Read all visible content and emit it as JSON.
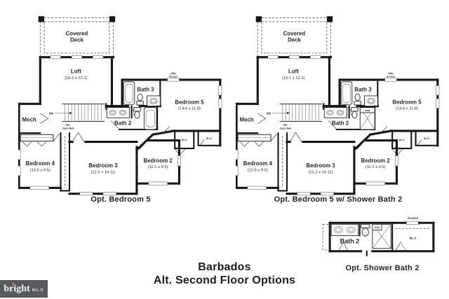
{
  "title": {
    "line1": "Barbados",
    "line2": "Alt. Second Floor Options"
  },
  "watermark": {
    "brand": "bright",
    "suffix": "MLS"
  },
  "colors": {
    "wall": "#161616",
    "text": "#262626",
    "watermark_bg": "#58595b",
    "watermark_dot": "#e87a2e",
    "background": "#ffffff"
  },
  "plans": {
    "left": {
      "caption": "Opt. Bedroom 5",
      "labels": {
        "covered_deck_line1": "Covered",
        "covered_deck_line2": "Deck",
        "loft_name": "Loft",
        "loft_dims": "(16-1 x 12-1)",
        "attic_line1": "Attic",
        "attic_line2": "Access",
        "bath3": "Bath 3",
        "bedroom5_name": "Bedroom 5",
        "bedroom5_dims": "(14-6 x 11-8)",
        "mech": "Mech",
        "dn": "DN",
        "rail_line1": "Opt.",
        "rail_line2": "Open Rail",
        "bath2": "Bath 2",
        "wic_left": "W.I.C",
        "wic_right": "W.I.C",
        "bedroom4_name": "Bedroom 4",
        "bedroom4_dims": "(12-5 x 9-5)",
        "bedroom3_name": "Bedroom 3",
        "bedroom3_dims": "(12-2 x 10-11)",
        "bedroom2_name": "Bedroom 2",
        "bedroom2_dims": "(11-1 x 9-5)"
      }
    },
    "right": {
      "caption": "Opt. Bedroom 5 w/ Shower Bath 2",
      "labels": {
        "covered_deck_line1": "Covered",
        "covered_deck_line2": "Deck",
        "loft_name": "Loft",
        "loft_dims": "(16-1 x 12-1)",
        "attic_line1": "Attic",
        "attic_line2": "Access",
        "bath3": "Bath 3",
        "bedroom5_name": "Bedroom 5",
        "bedroom5_dims": "(14-6 x 11-8)",
        "mech": "Mech",
        "dn": "DN",
        "rail_line1": "Opt.",
        "rail_line2": "Open Rail",
        "bath2": "Bath 2",
        "seat": "Seat",
        "wic_left": "W.I.C",
        "wic_right": "W.I.C",
        "bedroom4_name": "Bedroom 4",
        "bedroom4_dims": "(12-5 x 9-5)",
        "bedroom3_name": "Bedroom 3",
        "bedroom3_dims": "(12-2 x 10-11)",
        "bedroom2_name": "Bedroom 2",
        "bedroom2_dims": "(11-1 x 9-5)"
      }
    },
    "detail": {
      "caption": "Opt. Shower Bath 2",
      "labels": {
        "access": "Access",
        "bath2": "Bath 2",
        "seat": "Seat",
        "wic": "W.I.C"
      }
    }
  }
}
